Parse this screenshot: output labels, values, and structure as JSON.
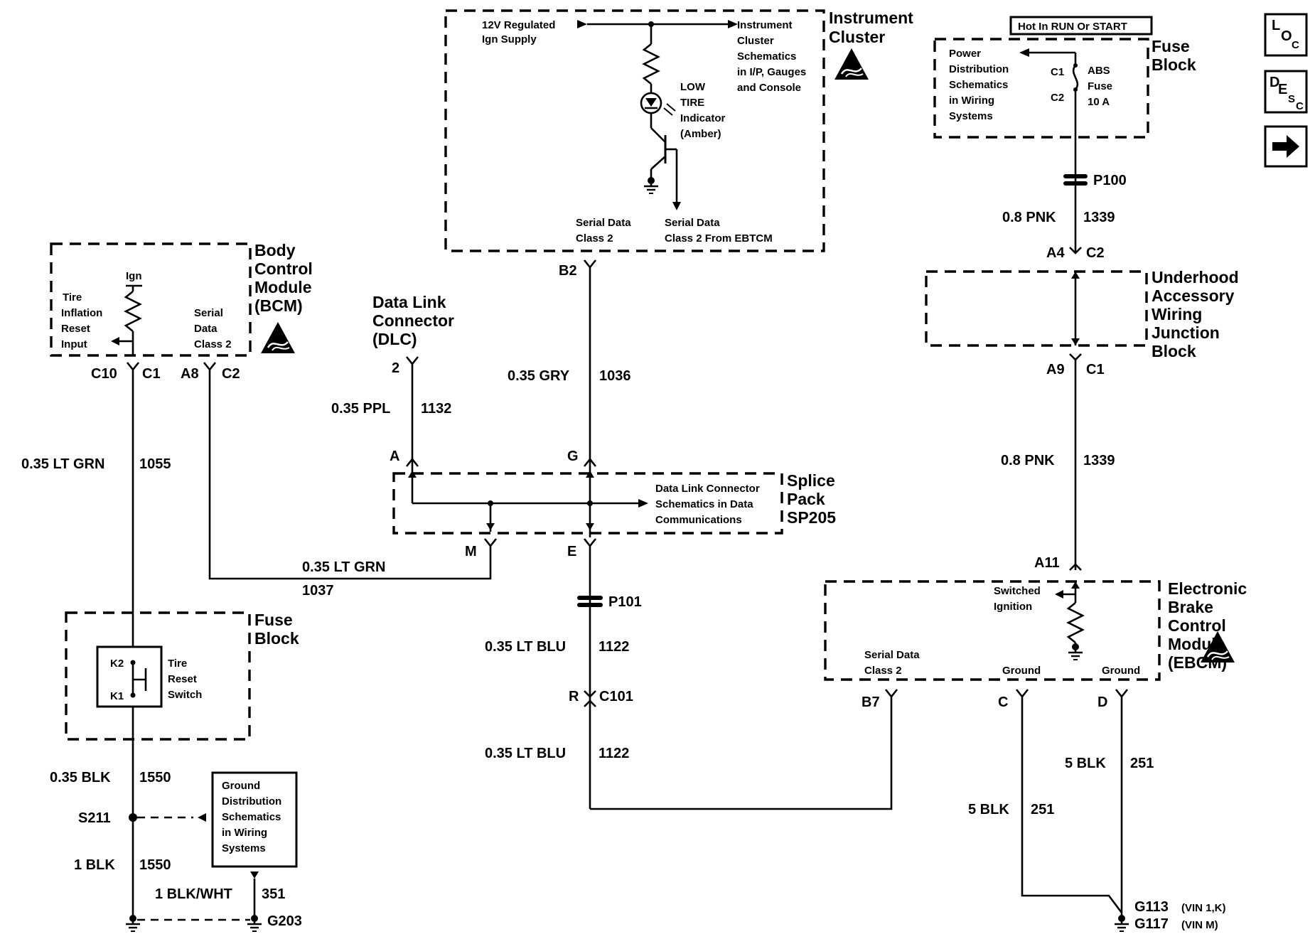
{
  "instrument_cluster": {
    "title": [
      "Instrument",
      "Cluster"
    ],
    "supply": [
      "12V Regulated",
      "Ign Supply"
    ],
    "ref": [
      "Instrument",
      "Cluster",
      "Schematics",
      "in I/P, Gauges",
      "and Console"
    ],
    "indicator": [
      "LOW",
      "TIRE",
      "Indicator",
      "(Amber)"
    ],
    "serial1": [
      "Serial Data",
      "Class 2"
    ],
    "serial2": [
      "Serial Data",
      "Class 2 From EBTCM"
    ],
    "pin": "B2"
  },
  "bcm": {
    "title": [
      "Body",
      "Control",
      "Module",
      "(BCM)"
    ],
    "ign": "Ign",
    "reset": [
      "Tire",
      "Inflation",
      "Reset",
      "Input"
    ],
    "serial": [
      "Serial",
      "Data",
      "Class 2"
    ],
    "pins": [
      "C10",
      "C1",
      "A8",
      "C2"
    ]
  },
  "dlc": {
    "title": [
      "Data Link",
      "Connector",
      "(DLC)"
    ],
    "pin": "2",
    "wire": "0.35 PPL",
    "circuit": "1132"
  },
  "wires": {
    "gry": "0.35 GRY",
    "gry_c": "1036",
    "ltgrn_a": "0.35 LT GRN",
    "ltgrn_a_c": "1055",
    "ltgrn_b": "0.35 LT GRN",
    "ltgrn_b_c": "1037",
    "ltblu1": "0.35 LT BLU",
    "ltblu1_c": "1122",
    "ltblu2": "0.35 LT BLU",
    "ltblu2_c": "1122",
    "pnk1": "0.8 PNK",
    "pnk1_c": "1339",
    "pnk2": "0.8 PNK",
    "pnk2_c": "1339",
    "blk035": "0.35 BLK",
    "blk035_c": "1550",
    "blk1": "1 BLK",
    "blk1_c": "1550",
    "blkwht": "1 BLK/WHT",
    "blkwht_c": "351",
    "blk5a": "5 BLK",
    "blk5a_c": "251",
    "blk5b": "5 BLK",
    "blk5b_c": "251"
  },
  "splice": {
    "title": [
      "Splice",
      "Pack",
      "SP205"
    ],
    "ref": [
      "Data Link Connector",
      "Schematics in Data",
      "Communications"
    ],
    "pins": [
      "A",
      "G",
      "M",
      "E"
    ]
  },
  "connectors": {
    "p101": "P101",
    "c101_pin": "R",
    "c101": "C101",
    "p100": "P100"
  },
  "fuse_block_top": {
    "hot": "Hot In RUN Or START",
    "title": [
      "Fuse",
      "Block"
    ],
    "ref": [
      "Power",
      "Distribution",
      "Schematics",
      "in Wiring",
      "Systems"
    ],
    "c1": "C1",
    "c2": "C2",
    "fuse": [
      "ABS",
      "Fuse",
      "10 A"
    ]
  },
  "underhood": {
    "title": [
      "Underhood",
      "Accessory",
      "Wiring",
      "Junction",
      "Block"
    ],
    "top_pins": [
      "A4",
      "C2"
    ],
    "bottom_pins": [
      "A9",
      "C1"
    ]
  },
  "ebcm": {
    "title": [
      "Electronic",
      "Brake",
      "Control",
      "Module",
      "(EBCM)"
    ],
    "pin_top": "A11",
    "switched": [
      "Switched",
      "Ignition"
    ],
    "serial": [
      "Serial Data",
      "Class 2"
    ],
    "ground1": "Ground",
    "ground2": "Ground",
    "pins": [
      "B7",
      "C",
      "D"
    ]
  },
  "fuse_block_bottom": {
    "title": [
      "Fuse",
      "Block"
    ],
    "k2": "K2",
    "k1": "K1",
    "switch": [
      "Tire",
      "Reset",
      "Switch"
    ]
  },
  "ground_ref": {
    "text": [
      "Ground",
      "Distribution",
      "Schematics",
      "in Wiring",
      "Systems"
    ],
    "splice": "S211",
    "g203": "G203"
  },
  "grounds": {
    "g113": "G113",
    "g113_vin": "(VIN 1,K)",
    "g117": "G117",
    "g117_vin": "(VIN M)"
  },
  "nav": {
    "loc": [
      "L",
      "O",
      "C"
    ],
    "desc": [
      "D",
      "E",
      "S",
      "C"
    ],
    "next": "→"
  }
}
